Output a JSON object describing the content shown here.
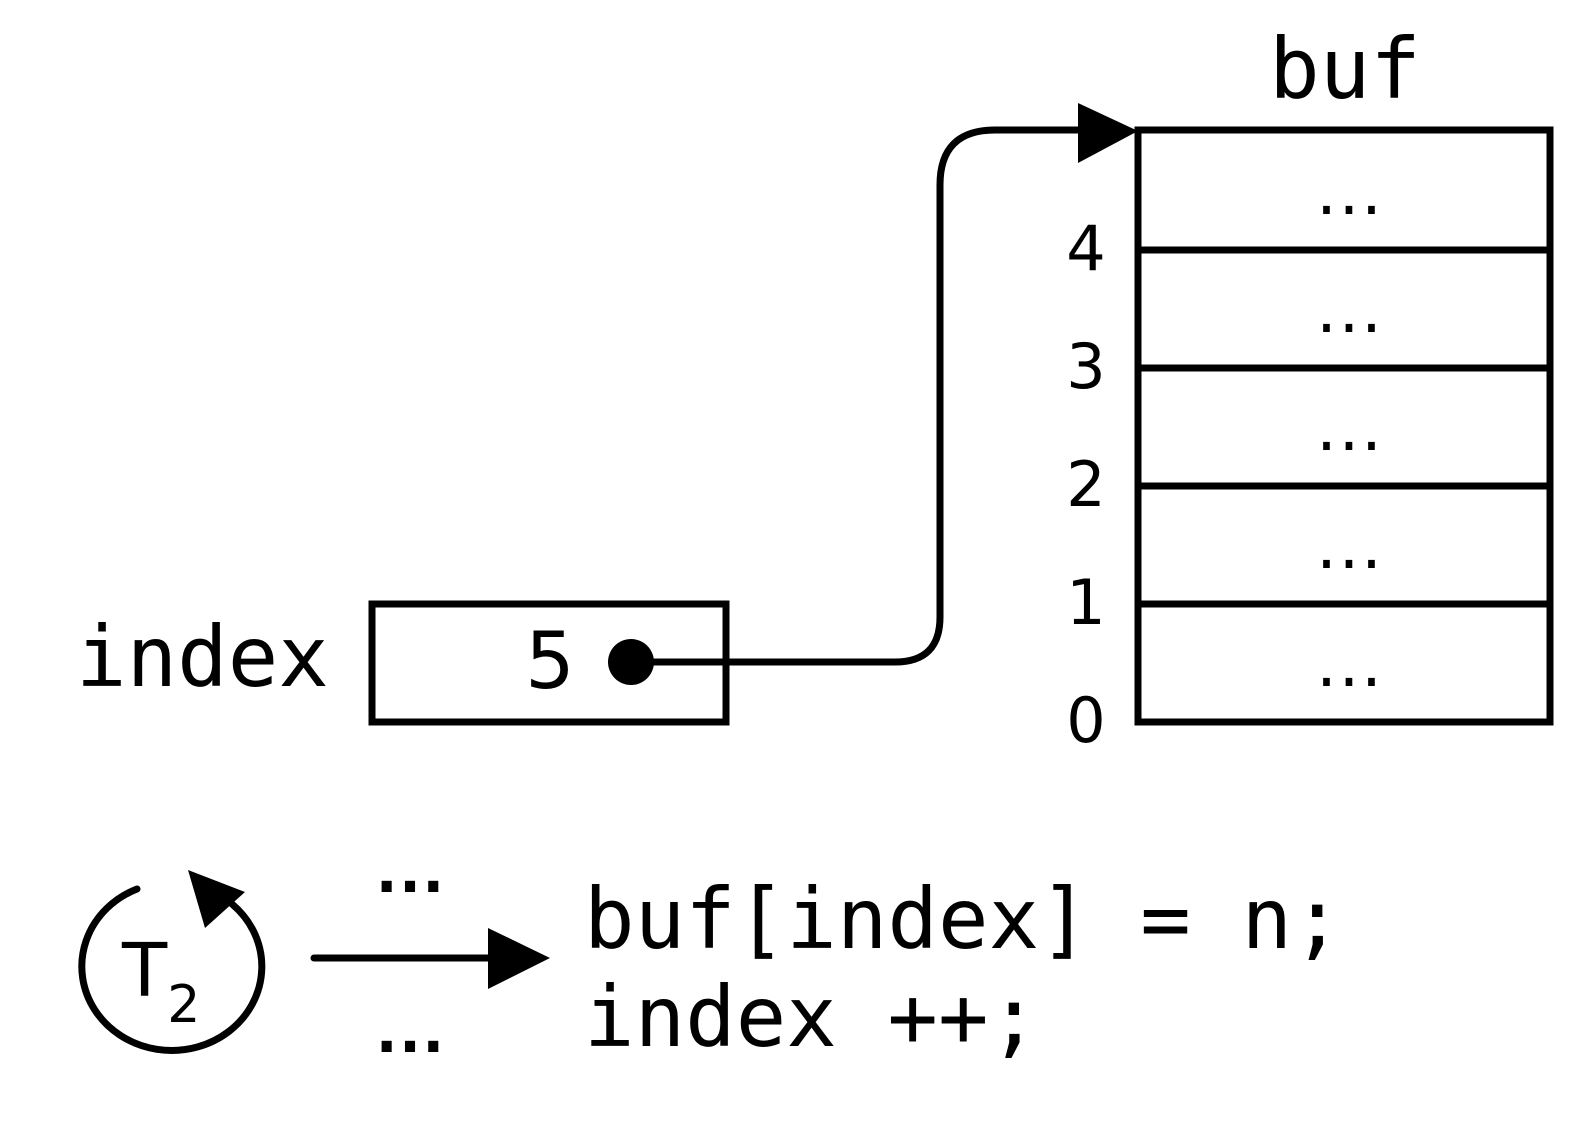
{
  "buf": {
    "label": "buf",
    "slots": [
      {
        "index": "0",
        "value": "..."
      },
      {
        "index": "1",
        "value": "..."
      },
      {
        "index": "2",
        "value": "..."
      },
      {
        "index": "3",
        "value": "..."
      },
      {
        "index": "4",
        "value": "..."
      }
    ]
  },
  "index_var": {
    "label": "index",
    "value": "5"
  },
  "thread": {
    "letter": "T",
    "subscript": "2"
  },
  "code": {
    "before_dots": "...",
    "after_dots": "...",
    "lines": [
      "buf[index] = n;",
      "index ++;"
    ]
  }
}
